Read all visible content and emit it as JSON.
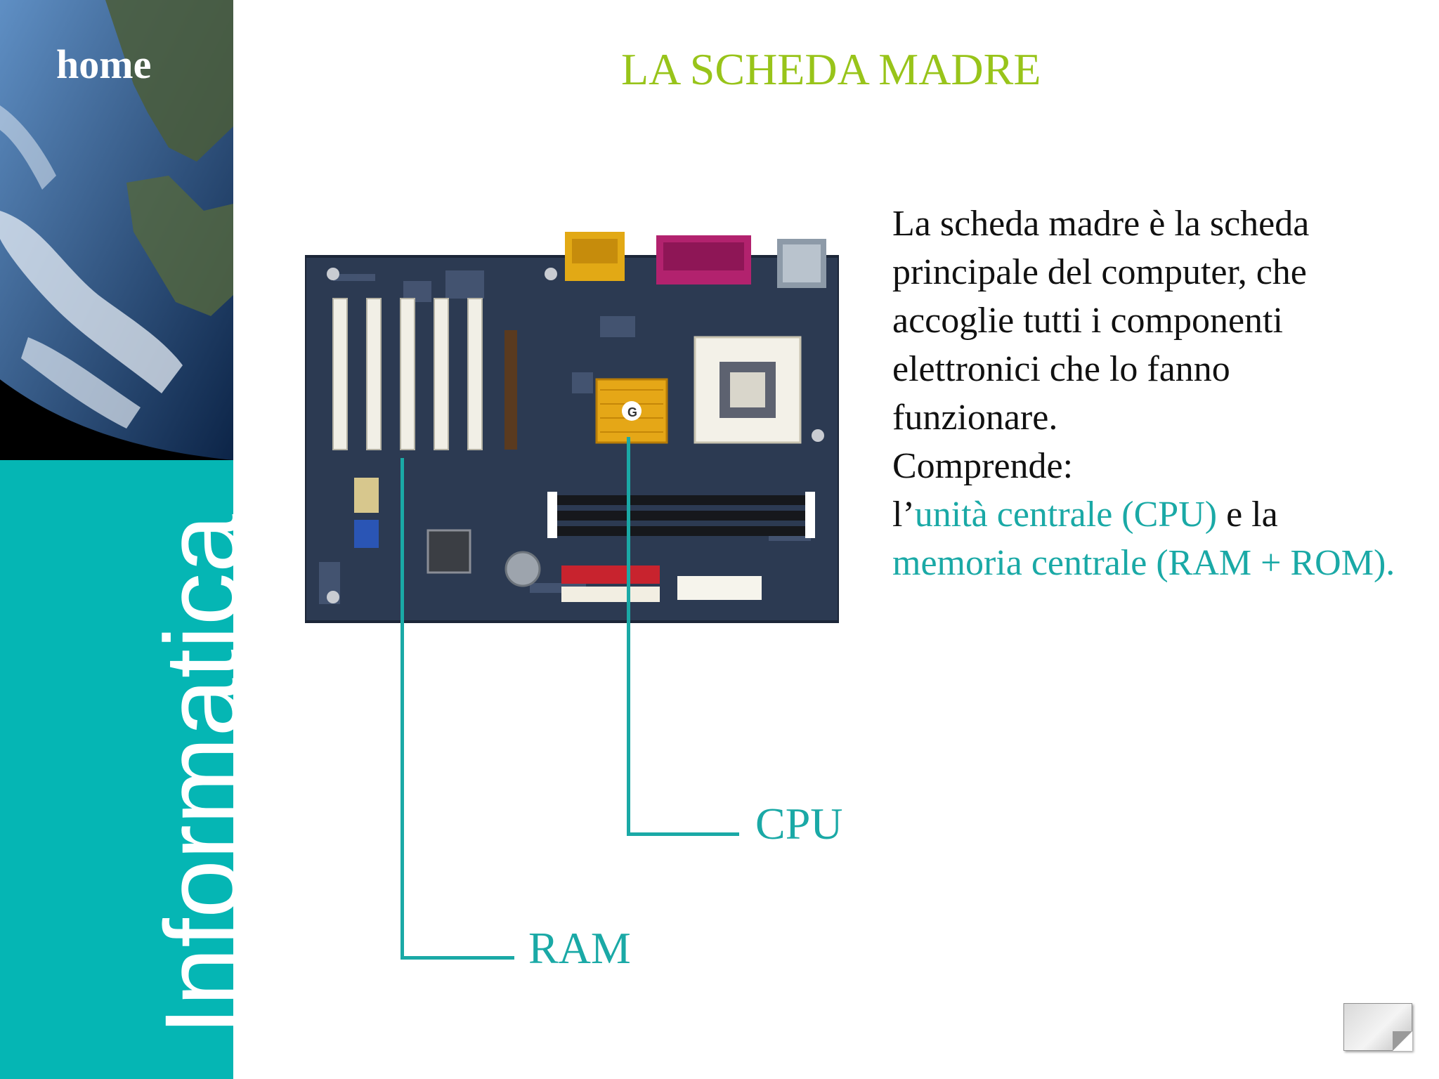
{
  "sidebar": {
    "home_label": "home",
    "vertical_label": "Informatica",
    "accent_color": "#05b6b4"
  },
  "slide": {
    "title": "LA SCHEDA MADRE",
    "title_color": "#98c41a",
    "callout_color": "#1aa9a6",
    "callouts": {
      "cpu": "CPU",
      "ram": "RAM"
    },
    "description": {
      "line1": "La scheda madre è la scheda principale del computer, che accoglie tutti i componenti elettronici che lo fanno funzionare.",
      "line2": "Comprende:",
      "prefix": "l’",
      "highlight1": "unità centrale (CPU)",
      "middle": " e la ",
      "highlight2": "memoria centrale (RAM + ROM)",
      "suffix": "."
    },
    "image": {
      "subject": "motherboard",
      "chip_logo": "G"
    }
  },
  "navigation": {
    "next_icon": "next-slide-icon"
  }
}
